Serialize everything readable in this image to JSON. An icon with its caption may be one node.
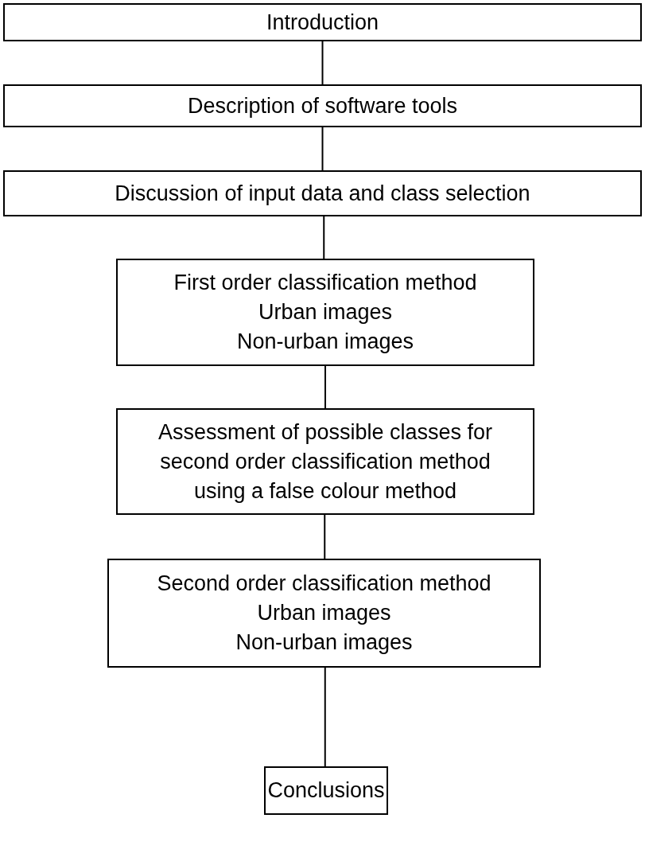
{
  "diagram": {
    "nodes": [
      {
        "text": [
          "Introduction"
        ]
      },
      {
        "text": [
          "Description of software tools"
        ]
      },
      {
        "text": [
          "Discussion of input data and class selection"
        ]
      },
      {
        "text": [
          "First order classification method",
          "Urban images",
          "Non-urban images"
        ]
      },
      {
        "text": [
          "Assessment of possible classes for second order classification method using a false colour method"
        ]
      },
      {
        "text": [
          "Second order classification method",
          "Urban images",
          "Non-urban images"
        ]
      },
      {
        "text": [
          "Conclusions"
        ]
      }
    ],
    "edges": [
      {
        "from": 0,
        "to": 1,
        "arrow": "none"
      },
      {
        "from": 1,
        "to": 2,
        "arrow": "none"
      },
      {
        "from": 2,
        "to": 3,
        "arrow": "none"
      },
      {
        "from": 3,
        "to": 4,
        "arrow": "none"
      },
      {
        "from": 4,
        "to": 5,
        "arrow": "none"
      },
      {
        "from": 5,
        "to": 6,
        "arrow": "none"
      }
    ]
  }
}
